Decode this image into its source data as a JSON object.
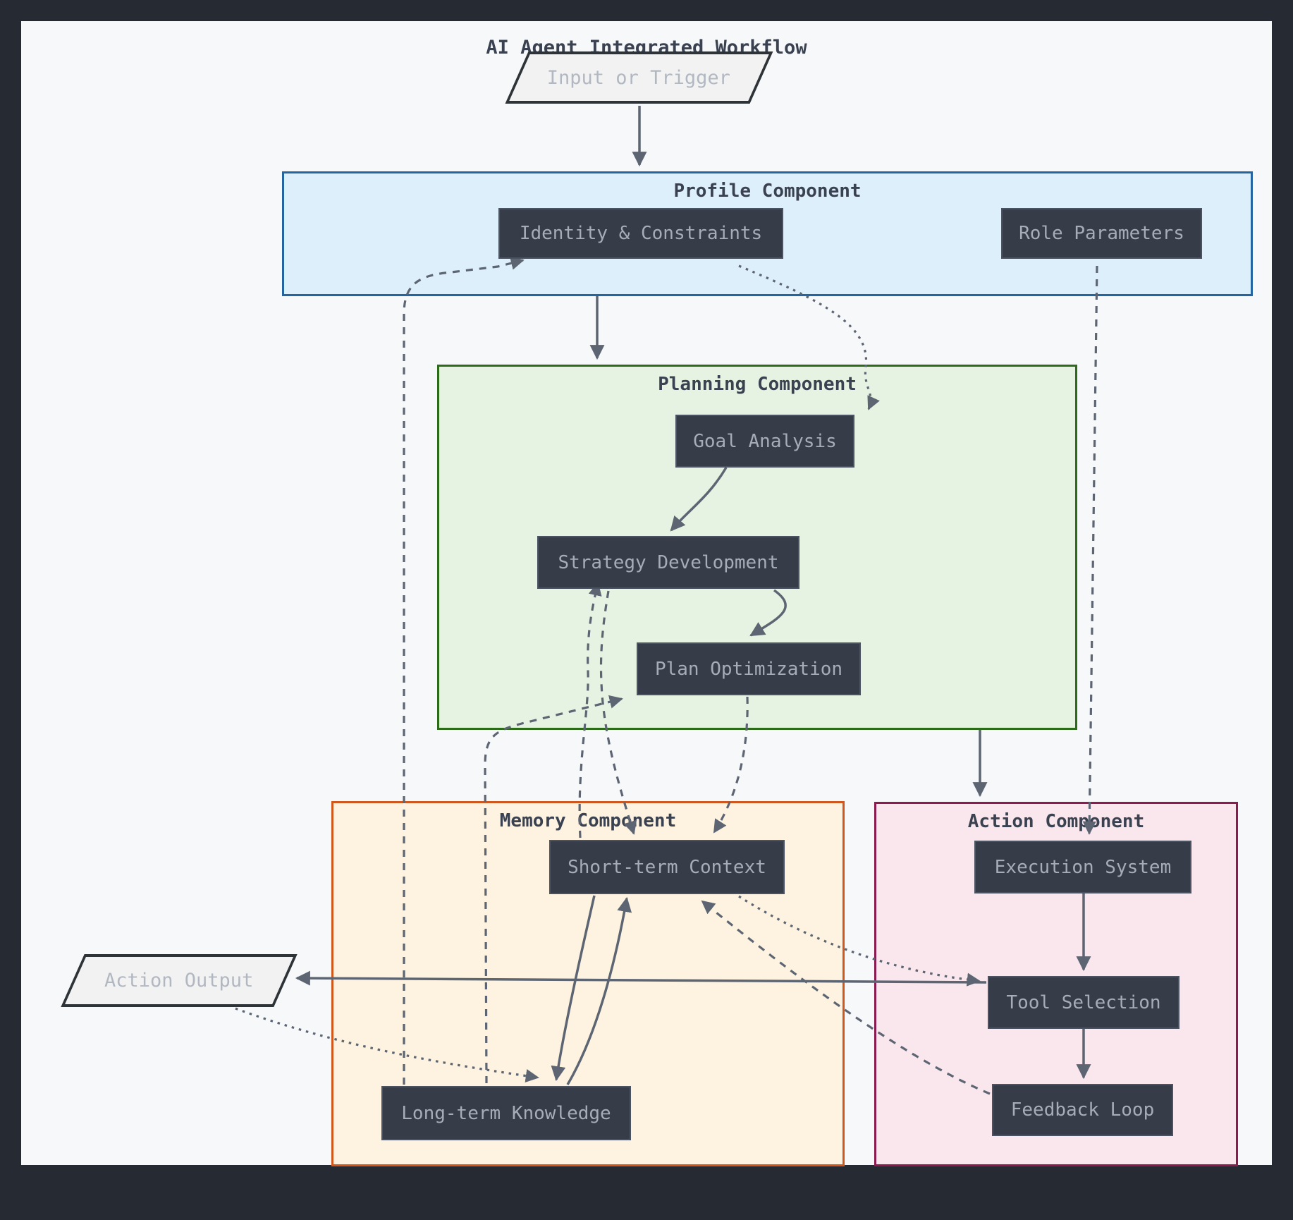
{
  "title": "AI Agent Integrated Workflow",
  "terminals": {
    "input": {
      "label": "Input or Trigger"
    },
    "output": {
      "label": "Action Output"
    }
  },
  "containers": {
    "profile": {
      "label": "Profile Component"
    },
    "planning": {
      "label": "Planning Component"
    },
    "memory": {
      "label": "Memory Component"
    },
    "action": {
      "label": "Action Component"
    }
  },
  "nodes": {
    "identity": {
      "label": "Identity & Constraints"
    },
    "role": {
      "label": "Role Parameters"
    },
    "goal": {
      "label": "Goal Analysis"
    },
    "strategy": {
      "label": "Strategy Development"
    },
    "plan": {
      "label": "Plan Optimization"
    },
    "short_term": {
      "label": "Short-term Context"
    },
    "long_term": {
      "label": "Long-term Knowledge"
    },
    "execution": {
      "label": "Execution System"
    },
    "tool": {
      "label": "Tool Selection"
    },
    "feedback": {
      "label": "Feedback Loop"
    }
  },
  "edges": [
    {
      "id": "input-to-profile",
      "from": "input",
      "to": "profile",
      "style": "solid"
    },
    {
      "id": "profile-to-planning",
      "from": "profile",
      "to": "planning",
      "style": "solid"
    },
    {
      "id": "goal-to-strategy",
      "from": "goal",
      "to": "strategy",
      "style": "solid"
    },
    {
      "id": "strategy-to-plan",
      "from": "strategy",
      "to": "plan",
      "style": "solid"
    },
    {
      "id": "planning-to-action",
      "from": "planning",
      "to": "action",
      "style": "solid"
    },
    {
      "id": "execution-to-tool",
      "from": "execution",
      "to": "tool",
      "style": "solid"
    },
    {
      "id": "tool-to-feedback",
      "from": "tool",
      "to": "feedback",
      "style": "solid"
    },
    {
      "id": "longterm-to-shortterm",
      "from": "long_term",
      "to": "short_term",
      "style": "solid"
    },
    {
      "id": "shortterm-to-longterm",
      "from": "short_term",
      "to": "long_term",
      "style": "solid"
    },
    {
      "id": "tool-to-output",
      "from": "tool",
      "to": "output",
      "style": "solid"
    },
    {
      "id": "identity-to-goal",
      "from": "identity",
      "to": "goal",
      "style": "dotted"
    },
    {
      "id": "role-to-execution",
      "from": "role",
      "to": "execution",
      "style": "dashed"
    },
    {
      "id": "longterm-to-identity",
      "from": "long_term",
      "to": "identity",
      "style": "dashed"
    },
    {
      "id": "shortterm-to-strategy",
      "from": "short_term",
      "to": "strategy",
      "style": "dashed"
    },
    {
      "id": "strategy-to-shortterm",
      "from": "strategy",
      "to": "short_term",
      "style": "dashed"
    },
    {
      "id": "longterm-to-plan",
      "from": "long_term",
      "to": "plan",
      "style": "dashed"
    },
    {
      "id": "plan-to-shortterm",
      "from": "plan",
      "to": "short_term",
      "style": "dashed"
    },
    {
      "id": "feedback-to-shortterm",
      "from": "feedback",
      "to": "short_term",
      "style": "dashed"
    },
    {
      "id": "shortterm-to-tool",
      "from": "short_term",
      "to": "tool",
      "style": "dotted"
    },
    {
      "id": "output-to-longterm",
      "from": "output",
      "to": "long_term",
      "style": "dotted"
    }
  ],
  "colors": {
    "edge": "#5d6573",
    "node_fill": "#363d49",
    "node_text": "#a6adb8",
    "node_border": "#4b5362",
    "profile_fill": "#ddeffa",
    "profile_border": "#2265a1",
    "planning_fill": "#e7f3e2",
    "planning_border": "#2c6b17",
    "memory_fill": "#fdf3e0",
    "memory_border": "#d2571c",
    "action_fill": "#f9e7ed",
    "action_border": "#8b1a4f",
    "terminal_fill": "#f2f2f2",
    "terminal_border": "#2e3338",
    "terminal_text": "#b2b8c2",
    "label_text": "#3a4150",
    "canvas": "#f7f8fa",
    "frame": "#262a33"
  }
}
